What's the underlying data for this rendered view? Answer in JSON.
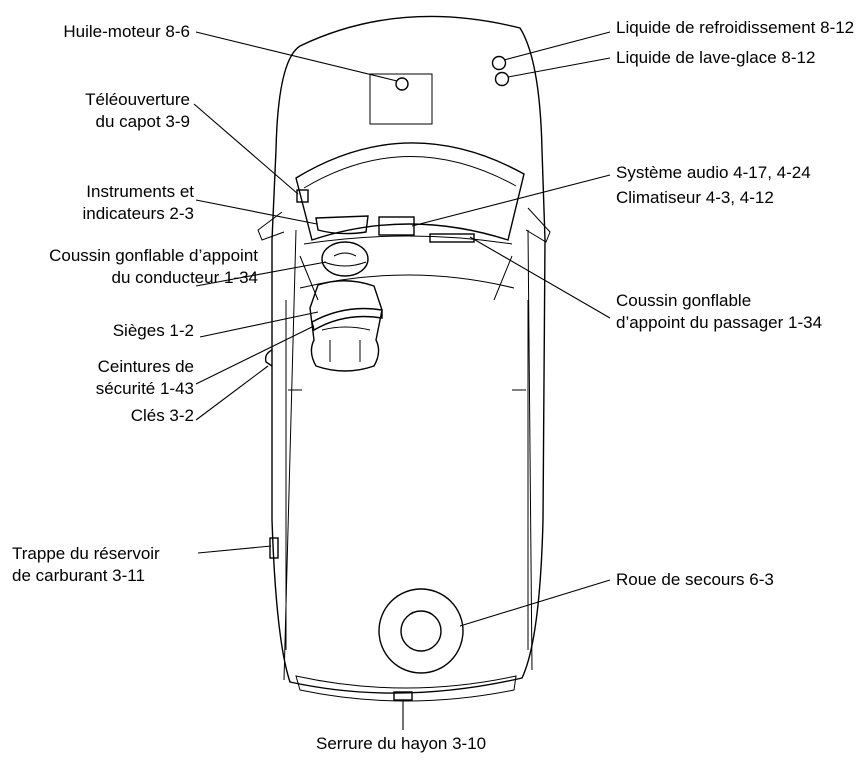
{
  "labels": {
    "engine_oil": "Huile-moteur 8-6",
    "hood_release_1": "Téléouverture",
    "hood_release_2": "du capot 3-9",
    "instruments_1": "Instruments et",
    "instruments_2": "indicateurs 2-3",
    "driver_airbag_1": "Coussin gonflable d’appoint",
    "driver_airbag_2": "du conducteur 1-34",
    "seats": "Sièges 1-2",
    "seat_belts_1": "Ceintures de",
    "seat_belts_2": "sécurité 1-43",
    "keys": "Clés 3-2",
    "fuel_door_1": "Trappe du réservoir",
    "fuel_door_2": "de carburant 3-11",
    "coolant": "Liquide de refroidissement 8-12",
    "washer_fluid": "Liquide de lave-glace 8-12",
    "audio": "Système audio 4-17, 4-24",
    "climate": "Climatiseur 4-3, 4-12",
    "passenger_airbag_1": "Coussin gonflable",
    "passenger_airbag_2": "d’appoint du passager 1-34",
    "spare_tire": "Roue de secours 6-3",
    "liftgate_lock": "Serrure du hayon 3-10"
  }
}
